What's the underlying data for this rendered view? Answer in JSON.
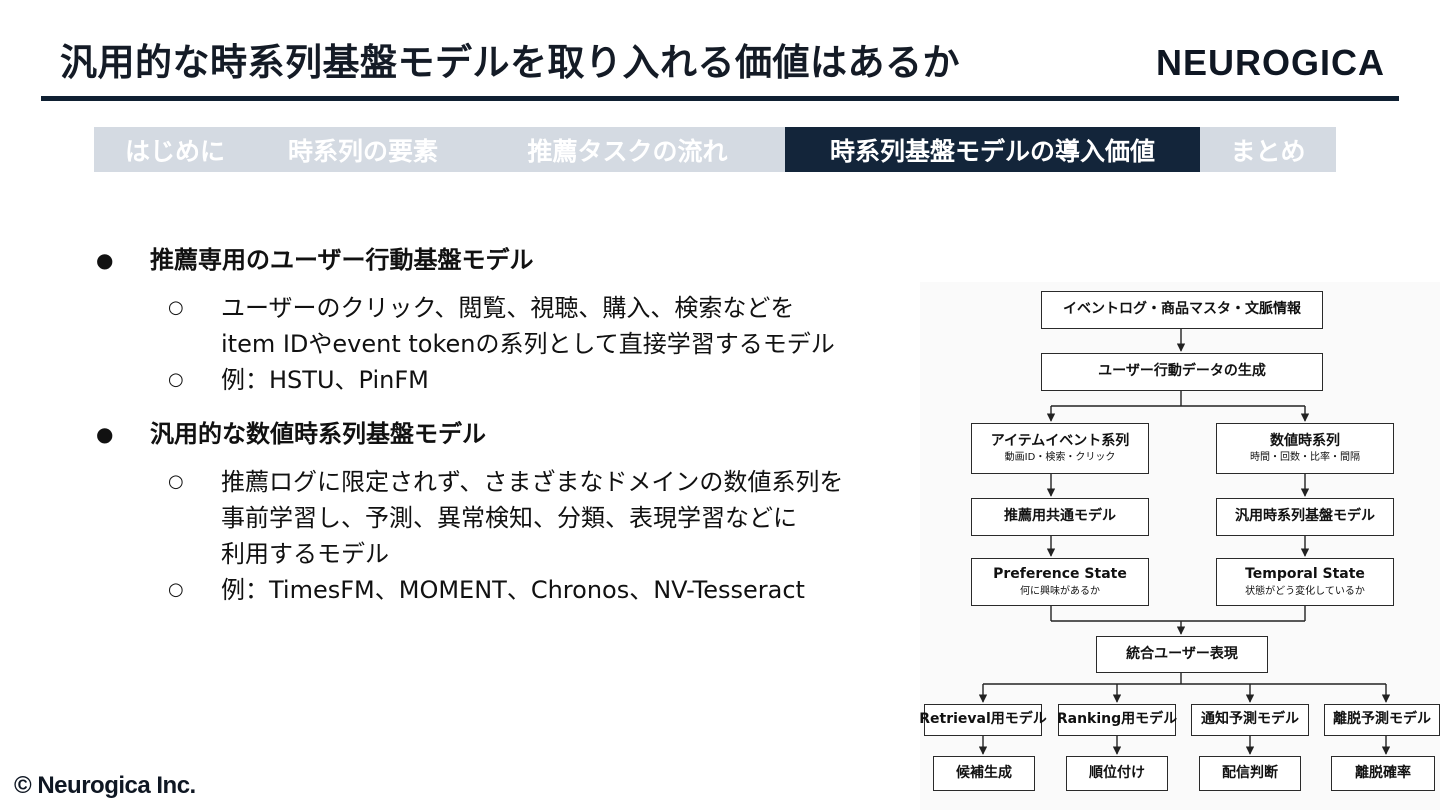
{
  "title": "汎用的な時系列基盤モデルを取り入れる価値はあるか",
  "logo": "NEUROGICA",
  "tabs": [
    {
      "label": "はじめに",
      "active": false
    },
    {
      "label": "時系列の要素",
      "active": false
    },
    {
      "label": "推薦タスクの流れ",
      "active": false
    },
    {
      "label": "時系列基盤モデルの導入価値",
      "active": true
    },
    {
      "label": "まとめ",
      "active": false
    }
  ],
  "bullets": [
    {
      "heading": "推薦専用のユーザー行動基盤モデル",
      "subitems": [
        {
          "lines": [
            "ユーザーのクリック、閲覧、視聴、購入、検索などを",
            "item IDやevent tokenの系列として直接学習するモデル"
          ]
        },
        {
          "lines": [
            "例：HSTU、PinFM"
          ]
        }
      ]
    },
    {
      "heading": "汎用的な数値時系列基盤モデル",
      "subitems": [
        {
          "lines": [
            "推薦ログに限定されず、さまざまなドメインの数値系列を",
            "事前学習し、予測、異常検知、分類、表現学習などに",
            "利用するモデル"
          ]
        },
        {
          "lines": [
            "例：TimesFM、MOMENT、Chronos、NV-Tesseract"
          ]
        }
      ]
    }
  ],
  "diagram": {
    "source": {
      "main": "イベントログ・商品マスタ・文脈情報"
    },
    "generate": {
      "main": "ユーザー行動データの生成"
    },
    "left_series": {
      "main": "アイテムイベント系列",
      "sub": "動画ID・検索・クリック"
    },
    "right_series": {
      "main": "数値時系列",
      "sub": "時間・回数・比率・間隔"
    },
    "left_model": {
      "main": "推薦用共通モデル"
    },
    "right_model": {
      "main": "汎用時系列基盤モデル"
    },
    "left_state": {
      "main": "Preference State",
      "sub": "何に興味があるか"
    },
    "right_state": {
      "main": "Temporal State",
      "sub": "状態がどう変化しているか"
    },
    "combined": {
      "main": "統合ユーザー表現"
    },
    "tasks": [
      {
        "main": "Retrieval用モデル",
        "out": "候補生成"
      },
      {
        "main": "Ranking用モデル",
        "out": "順位付け"
      },
      {
        "main": "通知予測モデル",
        "out": "配信判断"
      },
      {
        "main": "離脱予測モデル",
        "out": "離脱確率"
      }
    ]
  },
  "copyright": "© Neurogica Inc."
}
